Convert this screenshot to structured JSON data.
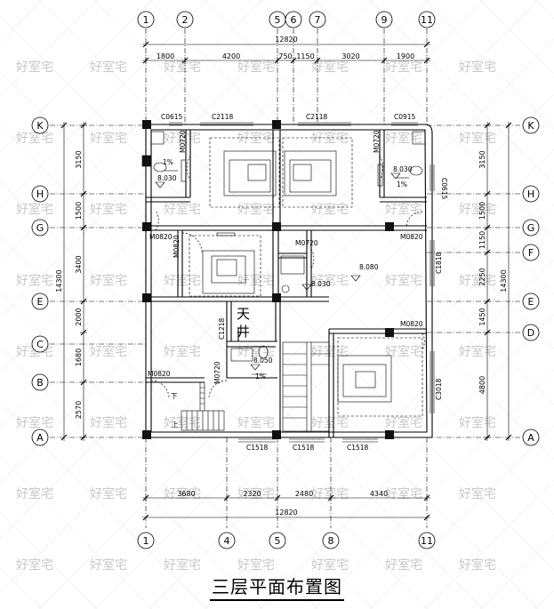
{
  "title": "三层平面布置图",
  "watermark": "好室宅",
  "grid": {
    "top_bubbles": [
      "1",
      "2",
      "5",
      "6",
      "7",
      "9",
      "11"
    ],
    "bottom_bubbles": [
      "1",
      "4",
      "5",
      "8",
      "11"
    ],
    "left_bubbles": [
      "K",
      "H",
      "G",
      "E",
      "C",
      "B",
      "A"
    ],
    "right_bubbles": [
      "K",
      "H",
      "G",
      "F",
      "E",
      "D",
      "A"
    ]
  },
  "dimensions": {
    "top_total": "12820",
    "top_segments": [
      "1800",
      "4200",
      "750",
      "1150",
      "3020",
      "1900"
    ],
    "bottom_total": "12820",
    "bottom_segments": [
      "3680",
      "2320",
      "2480",
      "4340"
    ],
    "left_total": "14300",
    "left_segments": [
      "3150",
      "1500",
      "3400",
      "2000",
      "1680",
      "2570"
    ],
    "right_total": "14300",
    "right_segments": [
      "3150",
      "1500",
      "1150",
      "2250",
      "1450",
      "4800"
    ]
  },
  "labels": {
    "windows_top": [
      "C0615",
      "C2118",
      "C2118",
      "C0915"
    ],
    "windows_bottom": [
      "C1518",
      "C1518",
      "C1518"
    ],
    "windows_side": [
      "C0615",
      "C1818",
      "C3018",
      "C1218"
    ],
    "doors": [
      "M0720",
      "M0720",
      "M0820",
      "M0820",
      "M0820",
      "M0720",
      "M0720",
      "M0820",
      "M0820"
    ],
    "levels": [
      "8.030",
      "8.030",
      "8.030",
      "8.080",
      "8.050"
    ],
    "slopes": [
      "1%",
      "1%",
      "1%"
    ],
    "courtyard": [
      "天",
      "井"
    ],
    "stair_down": "下",
    "stair_up": "上"
  },
  "colors": {
    "line": "#000000",
    "column": "#111111",
    "watermark": "#c9c9c9",
    "background": "#ffffff"
  }
}
